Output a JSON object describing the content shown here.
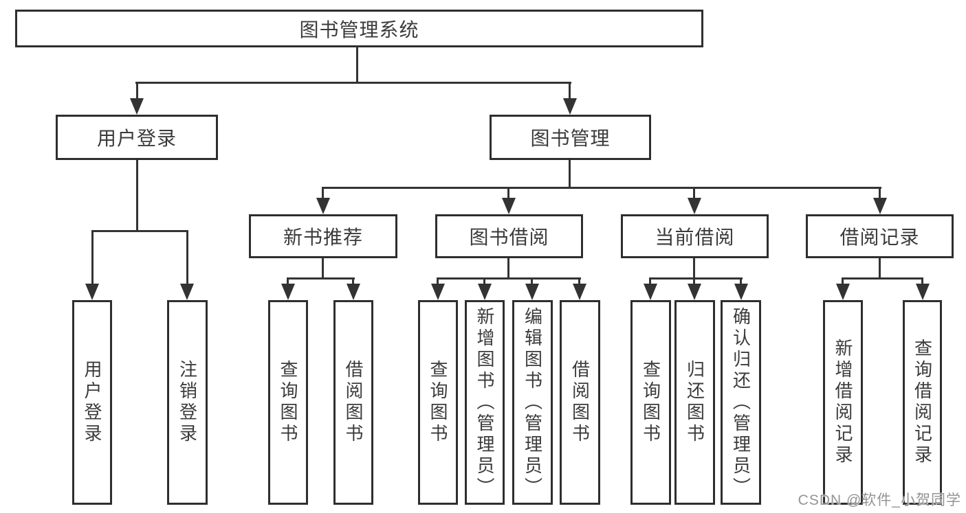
{
  "diagram_title": "图书管理系统",
  "tree": {
    "label": "图书管理系统",
    "children": [
      {
        "label": "用户登录",
        "children": [
          {
            "label": "用户登录"
          },
          {
            "label": "注销登录"
          }
        ]
      },
      {
        "label": "图书管理",
        "children": [
          {
            "label": "新书推荐",
            "children": [
              {
                "label": "查询图书"
              },
              {
                "label": "借阅图书"
              }
            ]
          },
          {
            "label": "图书借阅",
            "children": [
              {
                "label": "查询图书"
              },
              {
                "label": "新增图书（管理员）"
              },
              {
                "label": "编辑图书（管理员）"
              },
              {
                "label": "借阅图书"
              }
            ]
          },
          {
            "label": "当前借阅",
            "children": [
              {
                "label": "查询图书"
              },
              {
                "label": "归还图书"
              },
              {
                "label": "确认归还（管理员）"
              }
            ]
          },
          {
            "label": "借阅记录",
            "children": [
              {
                "label": "新增借阅记录"
              },
              {
                "label": "查询借阅记录"
              }
            ]
          }
        ]
      }
    ]
  },
  "watermark": {
    "text": "CSDN @软件_小贺同学"
  },
  "colors": {
    "background": "#ffffff",
    "box_border": "#2e2e2e",
    "line": "#333333",
    "text": "#3b3b3b",
    "watermark": "#949494"
  }
}
